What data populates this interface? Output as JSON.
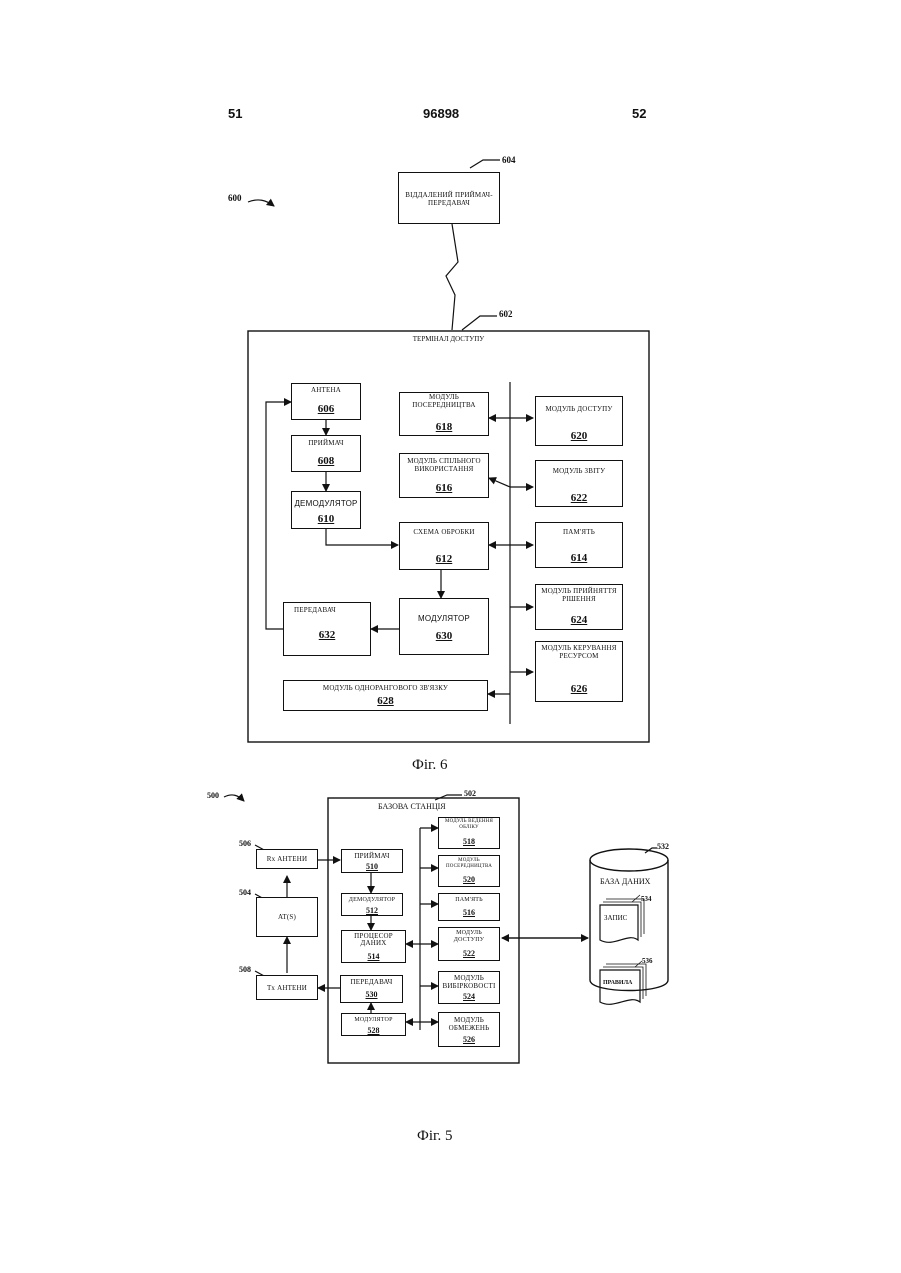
{
  "header": {
    "page_left": "51",
    "patent_number": "96898",
    "page_right": "52"
  },
  "fig6": {
    "caption": "Фіг. 6",
    "ref_system": "600",
    "ref_terminal": "602",
    "ref_remote": "604",
    "terminal_title": "ТЕРМІНАЛ ДОСТУПУ",
    "remote": "ВІДДАЛЕНИЙ ПРИЙМАЧ-ПЕРЕДАВАЧ",
    "blocks": {
      "antenna": {
        "label": "АНТЕНА",
        "num": "606"
      },
      "receiver": {
        "label": "ПРИЙМАЧ",
        "num": "608"
      },
      "demodulator": {
        "label": "ДЕМОДУЛЯТОР",
        "num": "610"
      },
      "processing": {
        "label": "СХЕМА ОБРОБКИ",
        "num": "612"
      },
      "memory": {
        "label": "ПАМ'ЯТЬ",
        "num": "614"
      },
      "sharing": {
        "label": "МОДУЛЬ СПІЛЬНОГО ВИКОРИСТАННЯ",
        "num": "616"
      },
      "proxy": {
        "label": "МОДУЛЬ ПОСЕРЕДНИЦТВА",
        "num": "618"
      },
      "access": {
        "label": "МОДУЛЬ ДОСТУПУ",
        "num": "620"
      },
      "report": {
        "label": "МОДУЛЬ ЗВІТУ",
        "num": "622"
      },
      "decision": {
        "label": "МОДУЛЬ ПРИЙНЯТТЯ РІШЕННЯ",
        "num": "624"
      },
      "resource": {
        "label": "МОДУЛЬ КЕРУВАННЯ РЕСУРСОМ",
        "num": "626"
      },
      "p2p": {
        "label": "МОДУЛЬ ОДНОРАНГОВОГО ЗВ'ЯЗКУ",
        "num": "628"
      },
      "modulator": {
        "label": "МОДУЛЯТОР",
        "num": "630"
      },
      "transmitter": {
        "label": "ПЕРЕДАВАЧ",
        "num": "632"
      }
    }
  },
  "fig5": {
    "caption": "Фіг. 5",
    "ref_system": "500",
    "ref_station": "502",
    "station_title": "БАЗОВА СТАНЦІЯ",
    "rx_antenna": {
      "label": "Rx АНТЕНИ",
      "ref": "506"
    },
    "at": {
      "label": "AT(S)",
      "ref": "504"
    },
    "tx_antenna": {
      "label": "Tx АНТЕНИ",
      "ref": "508"
    },
    "database": {
      "label": "БАЗА ДАНИХ",
      "ref": "532"
    },
    "record": {
      "label": "ЗАПИС",
      "ref": "534"
    },
    "rules": {
      "label": "ПРАВИЛА",
      "ref": "536"
    },
    "blocks": {
      "receiver": {
        "label": "ПРИЙМАЧ",
        "num": "510"
      },
      "demodulator": {
        "label": "ДЕМОДУЛЯТОР",
        "num": "512"
      },
      "data_processor": {
        "label": "ПРОЦЕСОР ДАНИХ",
        "num": "514"
      },
      "transmitter": {
        "label": "ПЕРЕДАВАЧ",
        "num": "530"
      },
      "modulator": {
        "label": "МОДУЛЯТОР",
        "num": "528"
      },
      "accounting": {
        "label": "МОДУЛЬ ВЕДЕННЯ ОБЛІКУ",
        "num": "518"
      },
      "proxy": {
        "label": "МОДУЛЬ ПОСЕРЕДНИЦТВА",
        "num": "520"
      },
      "memory": {
        "label": "ПАМ'ЯТЬ",
        "num": "516"
      },
      "access": {
        "label": "МОДУЛЬ ДОСТУПУ",
        "num": "522"
      },
      "selectivity": {
        "label": "МОДУЛЬ ВИБІРКОВОСТІ",
        "num": "524"
      },
      "restrictions": {
        "label": "МОДУЛЬ ОБМЕЖЕНЬ",
        "num": "526"
      }
    }
  }
}
